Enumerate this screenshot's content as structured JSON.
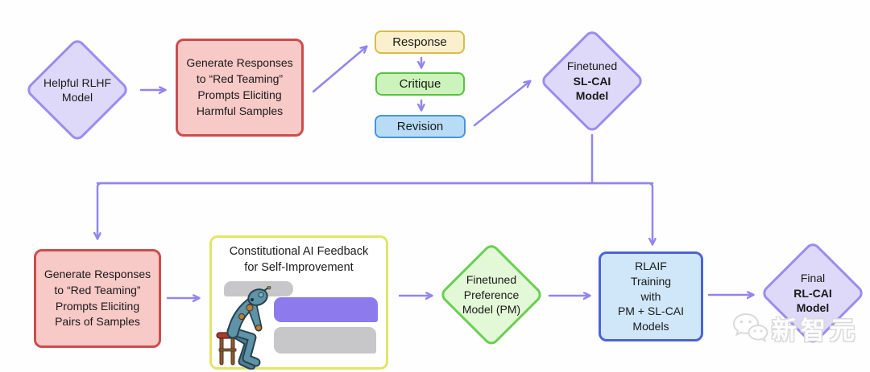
{
  "nodes": {
    "helpful_rlhf": {
      "label": "Helpful RLHF\nModel"
    },
    "gen_harmful": {
      "label": "Generate Responses\nto “Red Teaming”\nPrompts Eliciting\nHarmful Samples"
    },
    "response_card": {
      "label": "Response"
    },
    "critique_card": {
      "label": "Critique"
    },
    "revision_card": {
      "label": "Revision"
    },
    "sl_cai": {
      "label_prefix": "Finetuned",
      "label_bold": "SL-CAI\nModel"
    },
    "gen_pairs": {
      "label": "Generate Responses\nto “Red Teaming”\nPrompts Eliciting\nPairs of Samples"
    },
    "cai_feedback": {
      "title": "Constitutional AI Feedback\nfor Self-Improvement"
    },
    "pref_model": {
      "label": "Finetuned\nPreference\nModel (PM)"
    },
    "rlaif": {
      "label": "RLAIF\nTraining\nwith\nPM + SL-CAI\nModels"
    },
    "final_model": {
      "label_prefix": "Final",
      "label_bold": "RL-CAI\nModel"
    }
  },
  "watermark": {
    "text": "新智元",
    "icon": "wechat-logo-icon"
  },
  "icons": {
    "robot": "thinker-robot-illustration",
    "watermark": "wechat-logo-icon"
  },
  "colors": {
    "arrow": "#9186ee",
    "diamond_purple_fill": "#ded9f8",
    "diamond_purple_border": "#9b8cf0",
    "diamond_green_fill": "#e3f8d7",
    "diamond_green_border": "#6ace52",
    "box_red_fill": "#f7c9c7",
    "box_red_border": "#cb4e4c",
    "box_blue_fill": "#cfe7f9",
    "box_blue_border": "#4c63d6",
    "box_yellow_border": "#e3e566",
    "card_yellow_fill": "#faf0cd",
    "card_yellow_border": "#d9bc4a",
    "card_green_fill": "#ccf3bb",
    "card_green_border": "#55c23e",
    "card_blue_fill": "#b8dcf6",
    "card_blue_border": "#4a93dd",
    "bubble_gray": "#c7c7c9",
    "bubble_purple": "#8d7bee"
  }
}
